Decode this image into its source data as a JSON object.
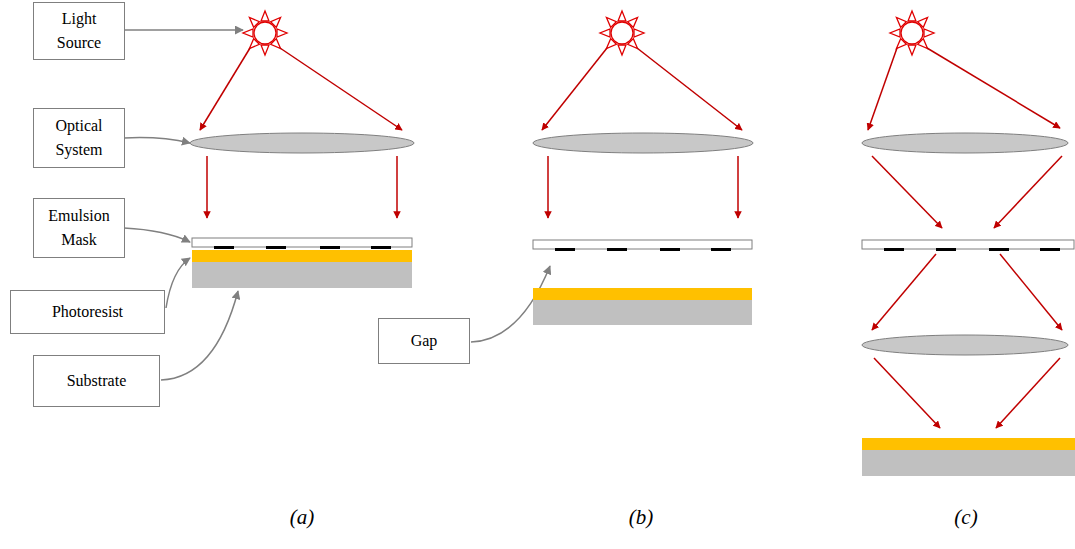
{
  "diagram": {
    "nodes": [
      {
        "text": [
          "Light Source"
        ]
      },
      {
        "text": [
          "Optical System"
        ]
      },
      {
        "text": [
          "Emulsion Mask"
        ]
      },
      {
        "text": [
          "Photoresist"
        ]
      },
      {
        "text": [
          "Substrate"
        ]
      },
      {
        "text": [
          "Gap"
        ]
      }
    ],
    "labels": [
      "(a)",
      "(b)",
      "(c)"
    ]
  }
}
